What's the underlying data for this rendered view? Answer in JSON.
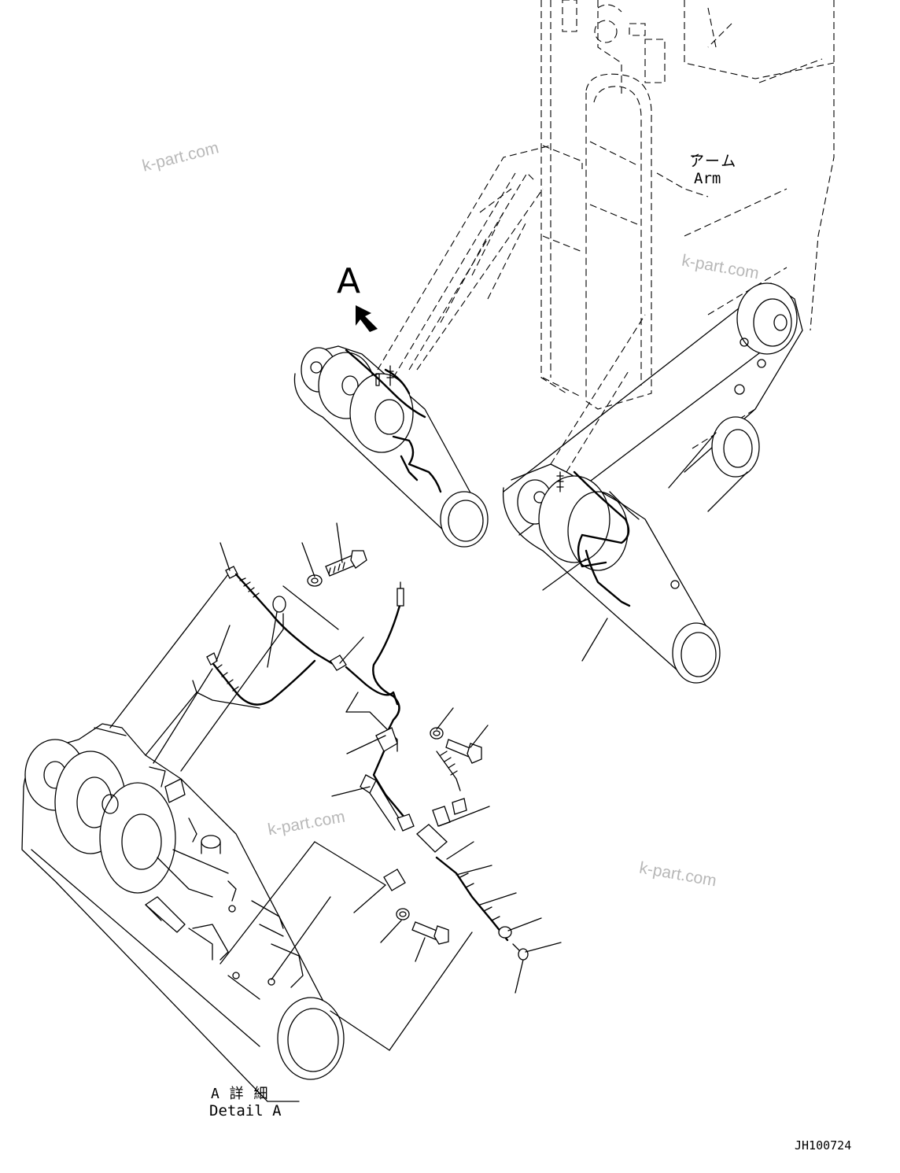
{
  "view_label": "A",
  "arm_label_jp": "アーム",
  "arm_label_en": "Arm",
  "detail_label_jp": "A 詳 細",
  "detail_label_en": "Detail A",
  "drawing_number": "JH100724",
  "watermarks": [
    "k-part.com",
    "k-part.com",
    "k-part.com",
    "k-part.com"
  ]
}
